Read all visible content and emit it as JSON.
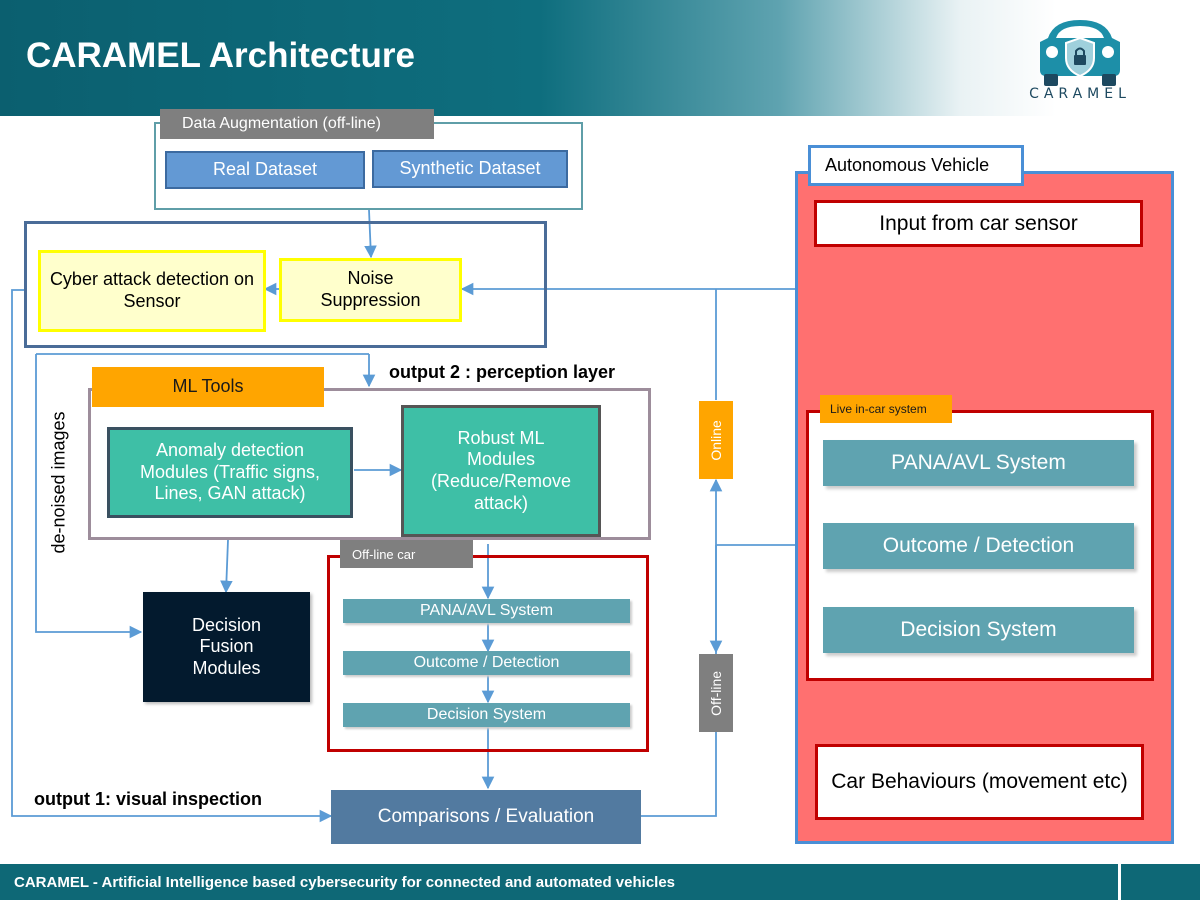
{
  "header": {
    "title": "CARAMEL Architecture",
    "logo_text": "CARAMEL",
    "logo_icon": "car-shield-lock-icon"
  },
  "footer": {
    "text": "CARAMEL - Artificial Intelligence based cybersecurity for connected and automated vehicles"
  },
  "data_augmentation": {
    "label": "Data Augmentation (off-line)",
    "real": "Real Dataset",
    "synthetic": "Synthetic Dataset"
  },
  "preprocessing": {
    "cyber_attack": "Cyber attack detection on Sensor",
    "noise": "Noise Suppression"
  },
  "ml_tools": {
    "label": "ML Tools",
    "output2": "output 2 : perception layer",
    "anomaly": "Anomaly detection Modules (Traffic signs, Lines, GAN attack)",
    "robust": "Robust ML Modules (Reduce/Remove attack)"
  },
  "side_labels": {
    "denoised": "de-noised images",
    "online": "Online",
    "offline": "Off-line"
  },
  "decision_fusion": "Decision Fusion Modules",
  "offline_car": {
    "label": "Off-line car",
    "pana": "PANA/AVL System",
    "outcome": "Outcome / Detection",
    "decision": "Decision System"
  },
  "output1": "output 1: visual inspection",
  "comparisons": "Comparisons / Evaluation",
  "autonomous_vehicle": {
    "label": "Autonomous Vehicle",
    "input": "Input from car sensor",
    "live_label": "Live in-car system",
    "pana": "PANA/AVL System",
    "outcome": "Outcome / Detection",
    "decision": "Decision System",
    "behaviours": "Car Behaviours (movement etc)"
  },
  "colors": {
    "header_teal": "#0e6e7e",
    "blue_box": "#6399d4",
    "teal_box": "#3ebfa6",
    "av_red": "#ff7070",
    "dark_red": "#c00000",
    "yellow": "#ffff00",
    "orange": "#ffa500",
    "dark_navy": "#031a2e",
    "pana_teal": "#5fa3b0",
    "comparison_blue": "#527aa0",
    "arrow_blue": "#5b9bd5"
  }
}
